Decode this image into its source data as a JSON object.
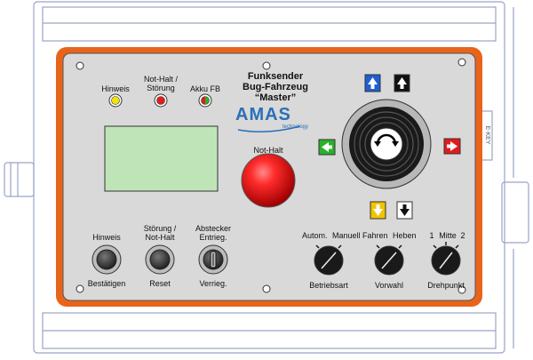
{
  "device": {
    "title_lines": [
      "Funksender",
      "Bug-Fahrzeug",
      "“Master”"
    ],
    "logo": {
      "text": "AMAS",
      "sub": "technology"
    },
    "colors": {
      "frame": "#e8641a",
      "panel": "#d9d9d9",
      "housing_line": "#9aa3c7",
      "accent_blue": "#2a6fb8"
    }
  },
  "indicators": [
    {
      "label": "Hinweis",
      "lamp": "yellow"
    },
    {
      "label_lines": [
        "Not-Halt /",
        "Störung"
      ],
      "lamp": "red"
    },
    {
      "label": "Akku FB",
      "lamp": "red-green"
    }
  ],
  "emergency_stop": {
    "label": "Not-Halt"
  },
  "joystick": {
    "arrows": [
      {
        "icon": "arrow-up-icon",
        "color": "blue"
      },
      {
        "icon": "arrow-up-icon",
        "color": "black"
      },
      {
        "icon": "arrow-left-icon",
        "color": "green"
      },
      {
        "icon": "arrow-right-icon",
        "color": "red"
      },
      {
        "icon": "arrow-down-icon",
        "color": "yellow"
      },
      {
        "icon": "arrow-down-icon",
        "color": "white"
      }
    ]
  },
  "buttons": [
    {
      "top": "Hinweis",
      "bottom": "Bestätigen"
    },
    {
      "top_lines": [
        "Störung /",
        "Not-Halt"
      ],
      "bottom": "Reset"
    },
    {
      "top_lines": [
        "Abstecker",
        "Entrieg."
      ],
      "bottom": "Verrieg."
    }
  ],
  "selectors": [
    {
      "left": "Autom.",
      "right": "Manuell",
      "bottom": "Betriebsart"
    },
    {
      "left": "Fahren",
      "right": "Heben",
      "bottom": "Vorwahl"
    },
    {
      "left": "1",
      "mid": "Mitte",
      "right": "2",
      "bottom": "Drehpunkt"
    }
  ],
  "side_tag": "E-KEY"
}
